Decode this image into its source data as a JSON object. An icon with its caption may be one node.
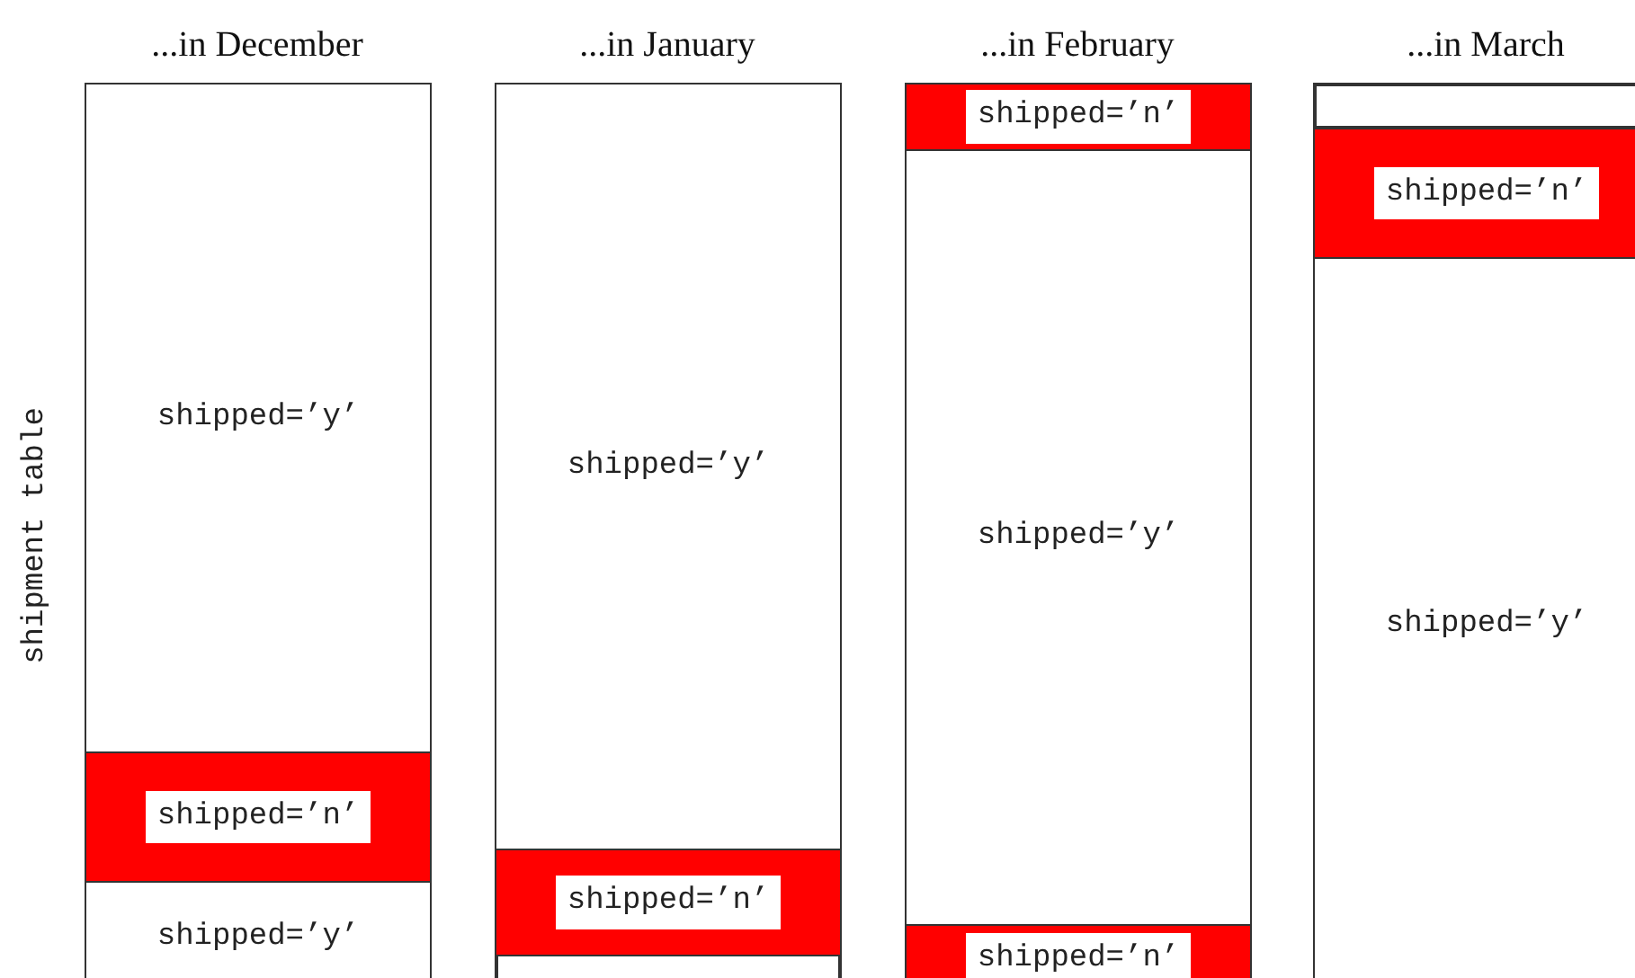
{
  "diagram": {
    "nodes": [
      {
        "text": [
          "...in December"
        ]
      },
      {
        "text": [
          "shipped=’y’"
        ],
        "in": 0
      },
      {
        "text": [
          "shipped=’n’"
        ],
        "in": 0
      },
      {
        "text": [
          "shipped=’y’"
        ],
        "in": 0
      },
      {
        "text": [
          "...in January"
        ]
      },
      {
        "text": [
          "shipped=’y’"
        ],
        "in": 4
      },
      {
        "text": [
          "shipped=’n’"
        ],
        "in": 4
      },
      {
        "text": [],
        "shape": "box",
        "in": 4
      },
      {
        "text": [
          "...in February"
        ]
      },
      {
        "text": [
          "shipped=’n’"
        ],
        "in": 8
      },
      {
        "text": [
          "shipped=’y’"
        ],
        "in": 8
      },
      {
        "text": [
          "shipped=’n’"
        ],
        "in": 8
      },
      {
        "text": [
          "...in March"
        ]
      },
      {
        "text": [],
        "shape": "box",
        "in": 12
      },
      {
        "text": [
          "shipped=’n’"
        ],
        "in": 12
      },
      {
        "text": [
          "shipped=’y’"
        ],
        "in": 12
      }
    ],
    "labels": [
      "shipment table"
    ]
  }
}
